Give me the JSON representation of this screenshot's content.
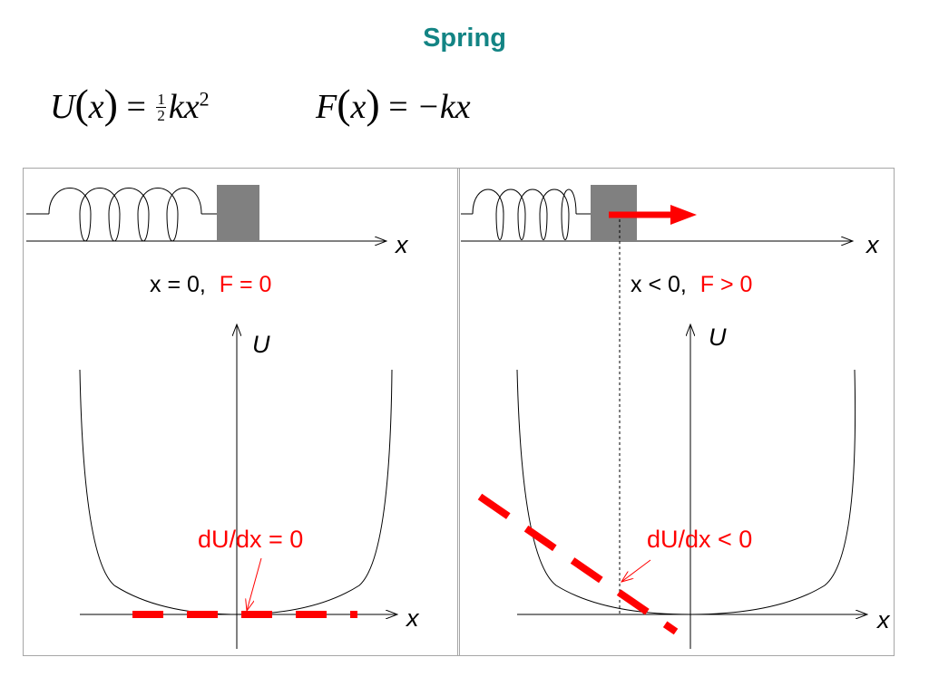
{
  "title": "Spring",
  "equations": {
    "potential": {
      "lhs": "U",
      "arg": "x",
      "eq": "=",
      "frac_num": "1",
      "frac_den": "2",
      "rhs_var": "kx",
      "exp": "2"
    },
    "force": {
      "lhs": "F",
      "arg": "x",
      "eq": "=",
      "rhs": "−kx"
    }
  },
  "panels": [
    {
      "state_x": "x = 0,",
      "state_f": "F = 0",
      "slope_label": "dU/dx = 0",
      "u_axis_label": "U",
      "x_axis_label": "x",
      "spring_axis_label": "x"
    },
    {
      "state_x": "x < 0,",
      "state_f": "F > 0",
      "slope_label": "dU/dx < 0",
      "u_axis_label": "U",
      "x_axis_label": "x",
      "spring_axis_label": "x"
    }
  ],
  "colors": {
    "title": "#138484",
    "accent_red": "#ff0000",
    "mass_gray": "#808080",
    "frame_border": "#a6a6a6"
  }
}
